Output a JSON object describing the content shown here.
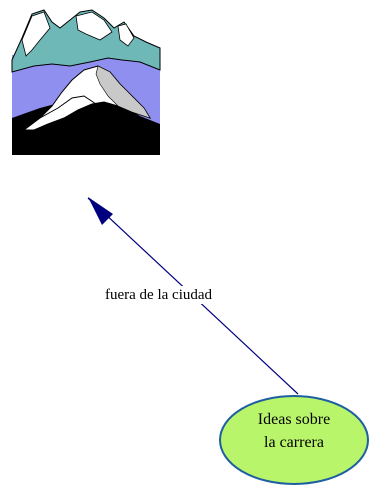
{
  "diagram": {
    "edge": {
      "label": "fuera de la ciudad",
      "color": "#00007f"
    },
    "node": {
      "line1": "Ideas sobre",
      "line2": "la carrera",
      "fill": "#b9f56b",
      "border": "#1d5fa0"
    },
    "image": {
      "icon": "mountain-clipart-icon",
      "sky_color": "#8f8ff0",
      "snow_color": "#ffffff",
      "peak_color": "#6fb8b8",
      "base_color": "#000000"
    }
  }
}
